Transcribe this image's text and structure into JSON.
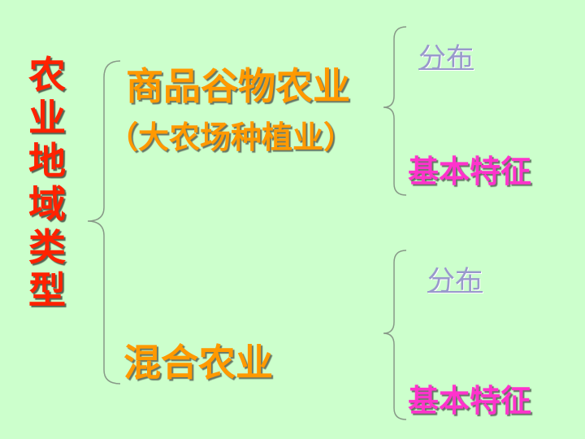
{
  "title": "农业地域类型",
  "branch1": {
    "name": "商品谷物农业",
    "subtitle": "（大农场种植业）",
    "link": "分布",
    "feature": "基本特征"
  },
  "branch2": {
    "name": "混合农业",
    "link": "分布",
    "feature": "基本特征"
  },
  "colors": {
    "background": "#ccffcc",
    "title": "#ff2200",
    "branch": "#ff9900",
    "feature": "#ff33cc",
    "link": "#9999cc"
  }
}
